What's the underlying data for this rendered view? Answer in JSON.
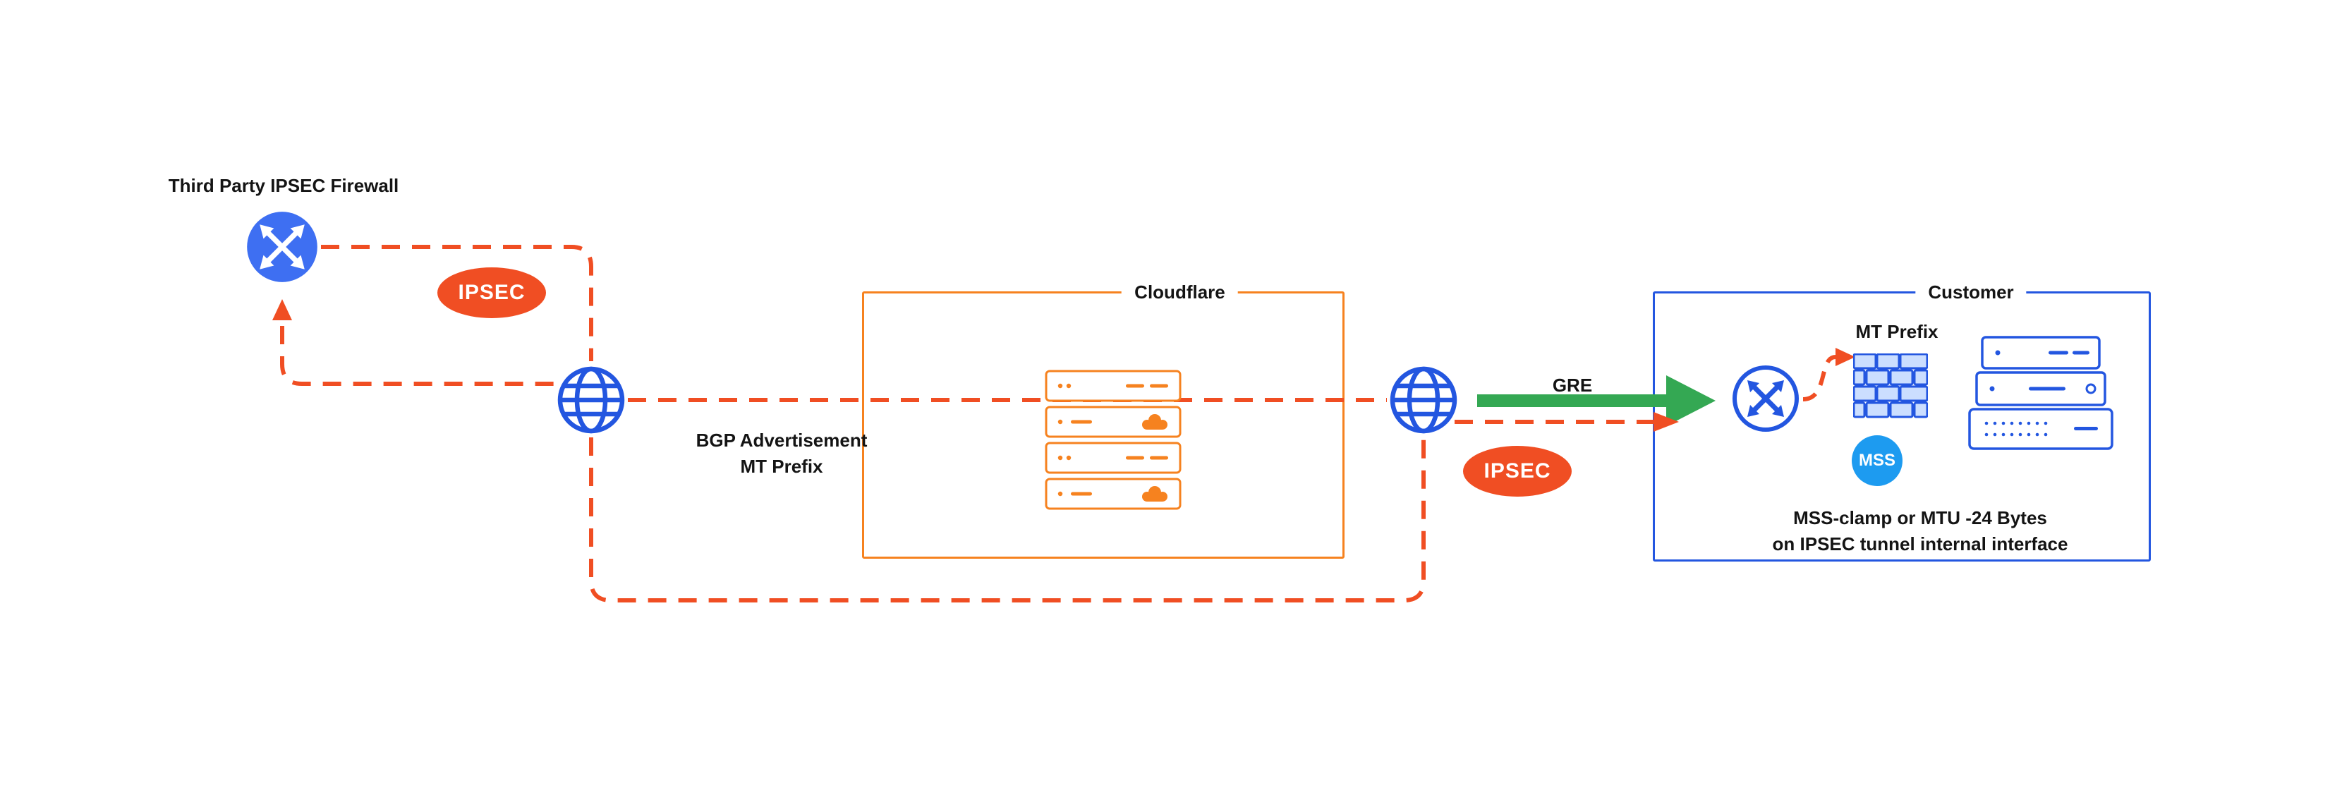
{
  "colors": {
    "dash-red": "#F04E23",
    "orange": "#F6821F",
    "blue": "#2356E0",
    "router-blue": "#3E6FF2",
    "azure": "#1D9BF0",
    "green": "#34A853",
    "ink": "#141414",
    "bg": "#FFFFFF"
  },
  "nodes": {
    "third_party_firewall": {
      "label": "Third Party IPSEC Firewall",
      "icon": "router-icon"
    },
    "internet_left": {
      "icon": "globe-icon"
    },
    "internet_right": {
      "icon": "globe-icon"
    },
    "cloudflare": {
      "label": "Cloudflare",
      "icon": "server-stack-icon"
    },
    "customer": {
      "label": "Customer",
      "router_icon": "router-icon",
      "firewall_icon": "firewall-brick-icon",
      "servers_icon": "server-stack-icon",
      "mt_prefix_label": "MT Prefix",
      "mss_badge": "MSS",
      "note_line1": "MSS-clamp or MTU -24 Bytes",
      "note_line2": "on IPSEC tunnel internal interface"
    }
  },
  "edges": {
    "ipsec_left": "IPSEC",
    "ipsec_right": "IPSEC",
    "gre": "GRE",
    "bgp_line1": "BGP Advertisement",
    "bgp_line2": "MT Prefix"
  }
}
